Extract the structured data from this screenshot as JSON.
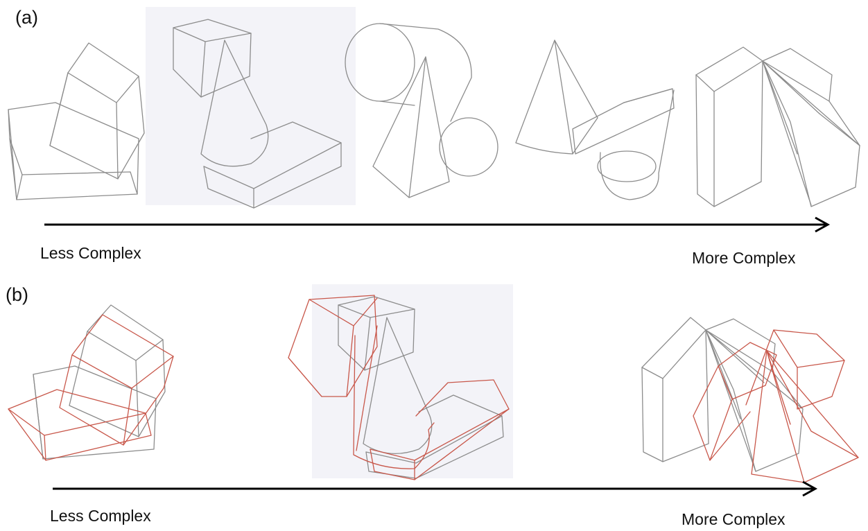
{
  "panel_a": {
    "label": "(a)",
    "axis_left": "Less Complex",
    "axis_right": "More Complex",
    "sketches": [
      "box-and-cube-sketch",
      "cube-cone-slab-sketch",
      "cylinder-pyramid-sphere-sketch",
      "pyramid-slab-cylinder-sketch",
      "prisms-fan-sketch"
    ]
  },
  "panel_b": {
    "label": "(b)",
    "axis_left": "Less Complex",
    "axis_right": "More Complex",
    "sketches": [
      "box-and-cube-with-overlay",
      "cube-cone-slab-with-overlay",
      "prisms-fan-with-overlay"
    ]
  },
  "colors": {
    "pencil": "#8c8c8c",
    "overlay": "#c8574a",
    "paper": "#f3f3f8",
    "arrow": "#000000"
  }
}
